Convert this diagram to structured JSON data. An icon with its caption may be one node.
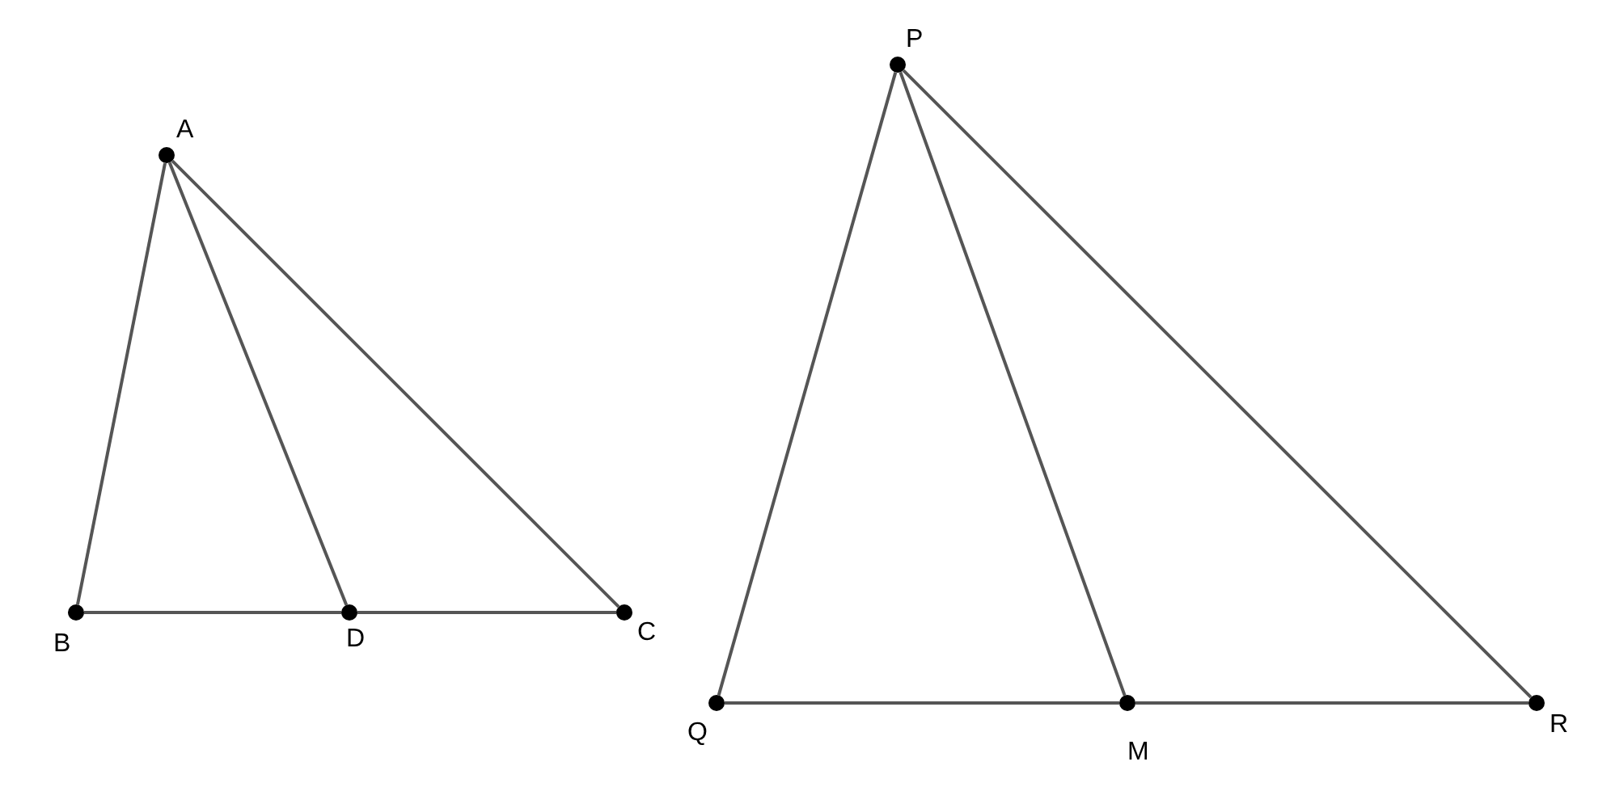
{
  "diagram": {
    "nodes": [
      {
        "text": [
          "A"
        ]
      },
      {
        "text": [
          "B"
        ]
      },
      {
        "text": [
          "D"
        ]
      },
      {
        "text": [
          "C"
        ]
      },
      {
        "text": [
          "P"
        ]
      },
      {
        "text": [
          "Q"
        ]
      },
      {
        "text": [
          "M"
        ]
      },
      {
        "text": [
          "R"
        ]
      }
    ],
    "edges": [
      {
        "from": 0,
        "to": 1,
        "arrow": "none"
      },
      {
        "from": 0,
        "to": 2,
        "arrow": "none"
      },
      {
        "from": 0,
        "to": 3,
        "arrow": "none"
      },
      {
        "from": 1,
        "to": 2,
        "arrow": "none"
      },
      {
        "from": 2,
        "to": 3,
        "arrow": "none"
      },
      {
        "from": 4,
        "to": 5,
        "arrow": "none"
      },
      {
        "from": 4,
        "to": 6,
        "arrow": "none"
      },
      {
        "from": 4,
        "to": 7,
        "arrow": "none"
      },
      {
        "from": 5,
        "to": 6,
        "arrow": "none"
      },
      {
        "from": 6,
        "to": 7,
        "arrow": "none"
      }
    ]
  }
}
